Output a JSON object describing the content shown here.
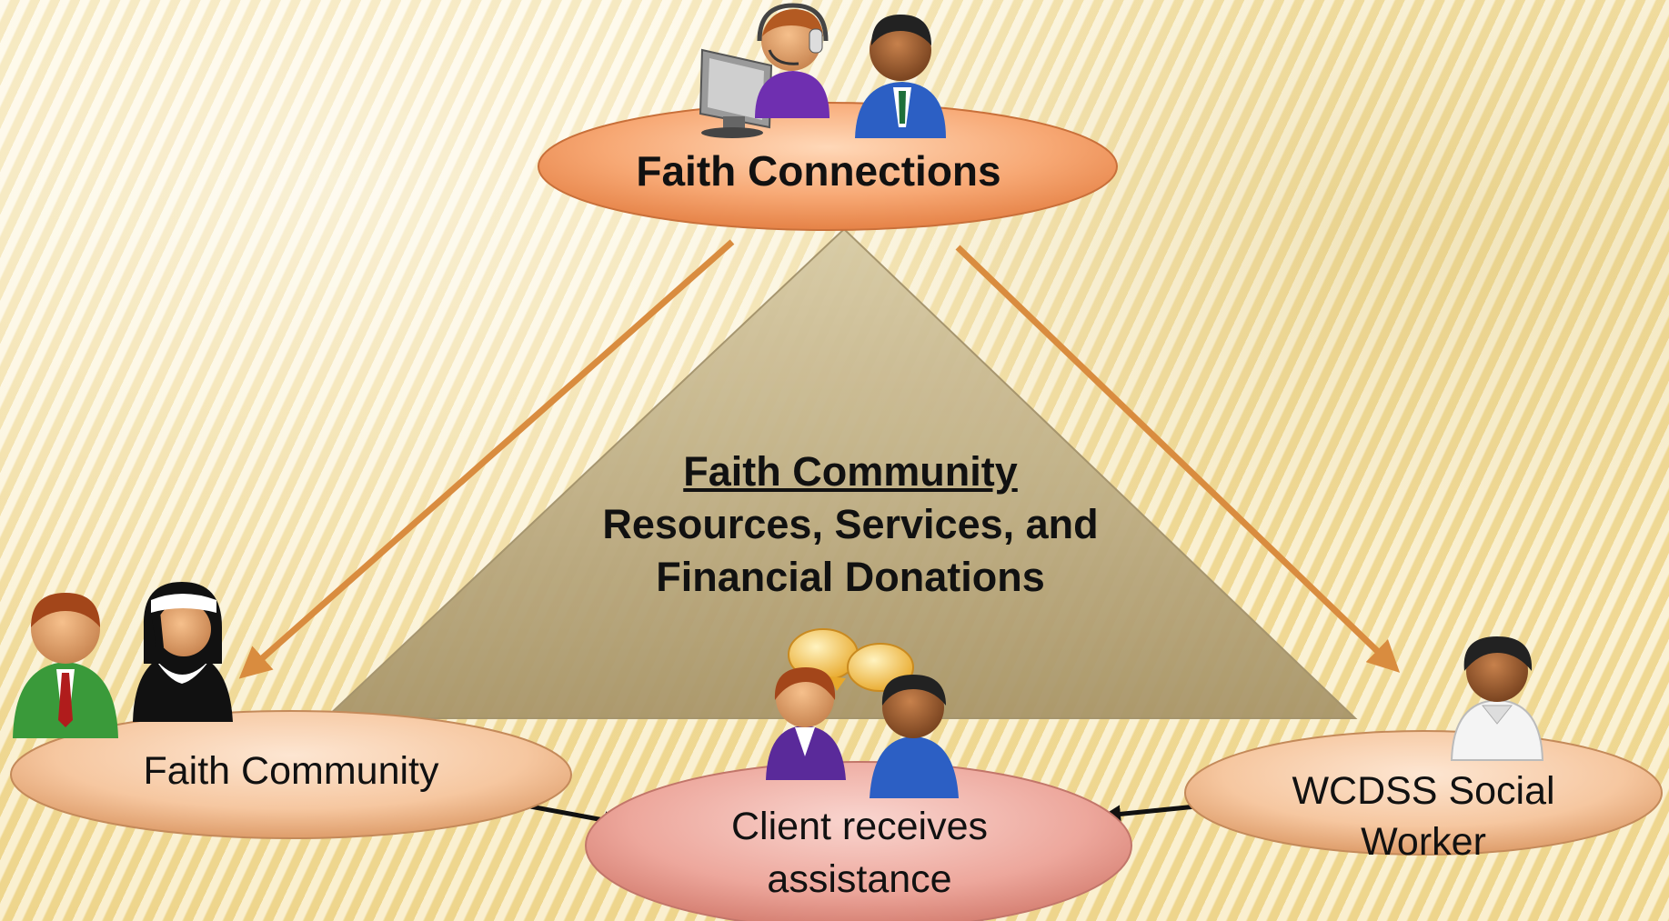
{
  "nodes": {
    "top": {
      "label": "Faith Connections"
    },
    "left": {
      "label": "Faith Community"
    },
    "bottom": {
      "line1": "Client receives",
      "line2": "assistance"
    },
    "right": {
      "line1": "WCDSS Social",
      "line2": "Worker"
    }
  },
  "center": {
    "title": "Faith Community",
    "line1": "Resources, Services, and",
    "line2": "Financial Donations"
  },
  "icons": {
    "top": [
      "computer-monitor-icon",
      "headset-operator-icon",
      "businessman-icon"
    ],
    "left": [
      "businessman-green-suit-icon",
      "nun-icon"
    ],
    "bottom": [
      "speech-bubble-icon",
      "speech-bubble-icon",
      "woman-icon",
      "man-icon"
    ],
    "right": [
      "social-worker-icon"
    ]
  },
  "colors": {
    "background": "#f6e4a6",
    "ellipse_orange": "#f4a06a",
    "ellipse_pink": "#e8a29a",
    "triangle": "#bfae84",
    "arrow_orange": "#d98c3f",
    "arrow_black": "#111111"
  }
}
